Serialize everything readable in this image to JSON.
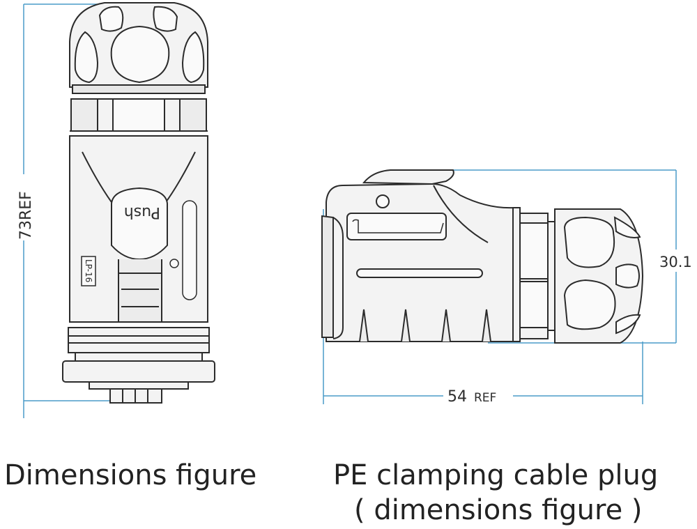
{
  "dimensions": {
    "left_height": "73REF",
    "right_height": "30.1",
    "right_length_value": "54",
    "right_length_suffix": "REF"
  },
  "labels": {
    "push": "Push",
    "lp16": "LP-16"
  },
  "captions": {
    "left": "Dimensions figure",
    "right_line1": "PE clamping cable plug",
    "right_line2": "( dimensions figure )"
  },
  "colors": {
    "dimension_line": "#4a9cc9",
    "outline": "#2b2b2b",
    "fill": "#f4f4f4"
  }
}
